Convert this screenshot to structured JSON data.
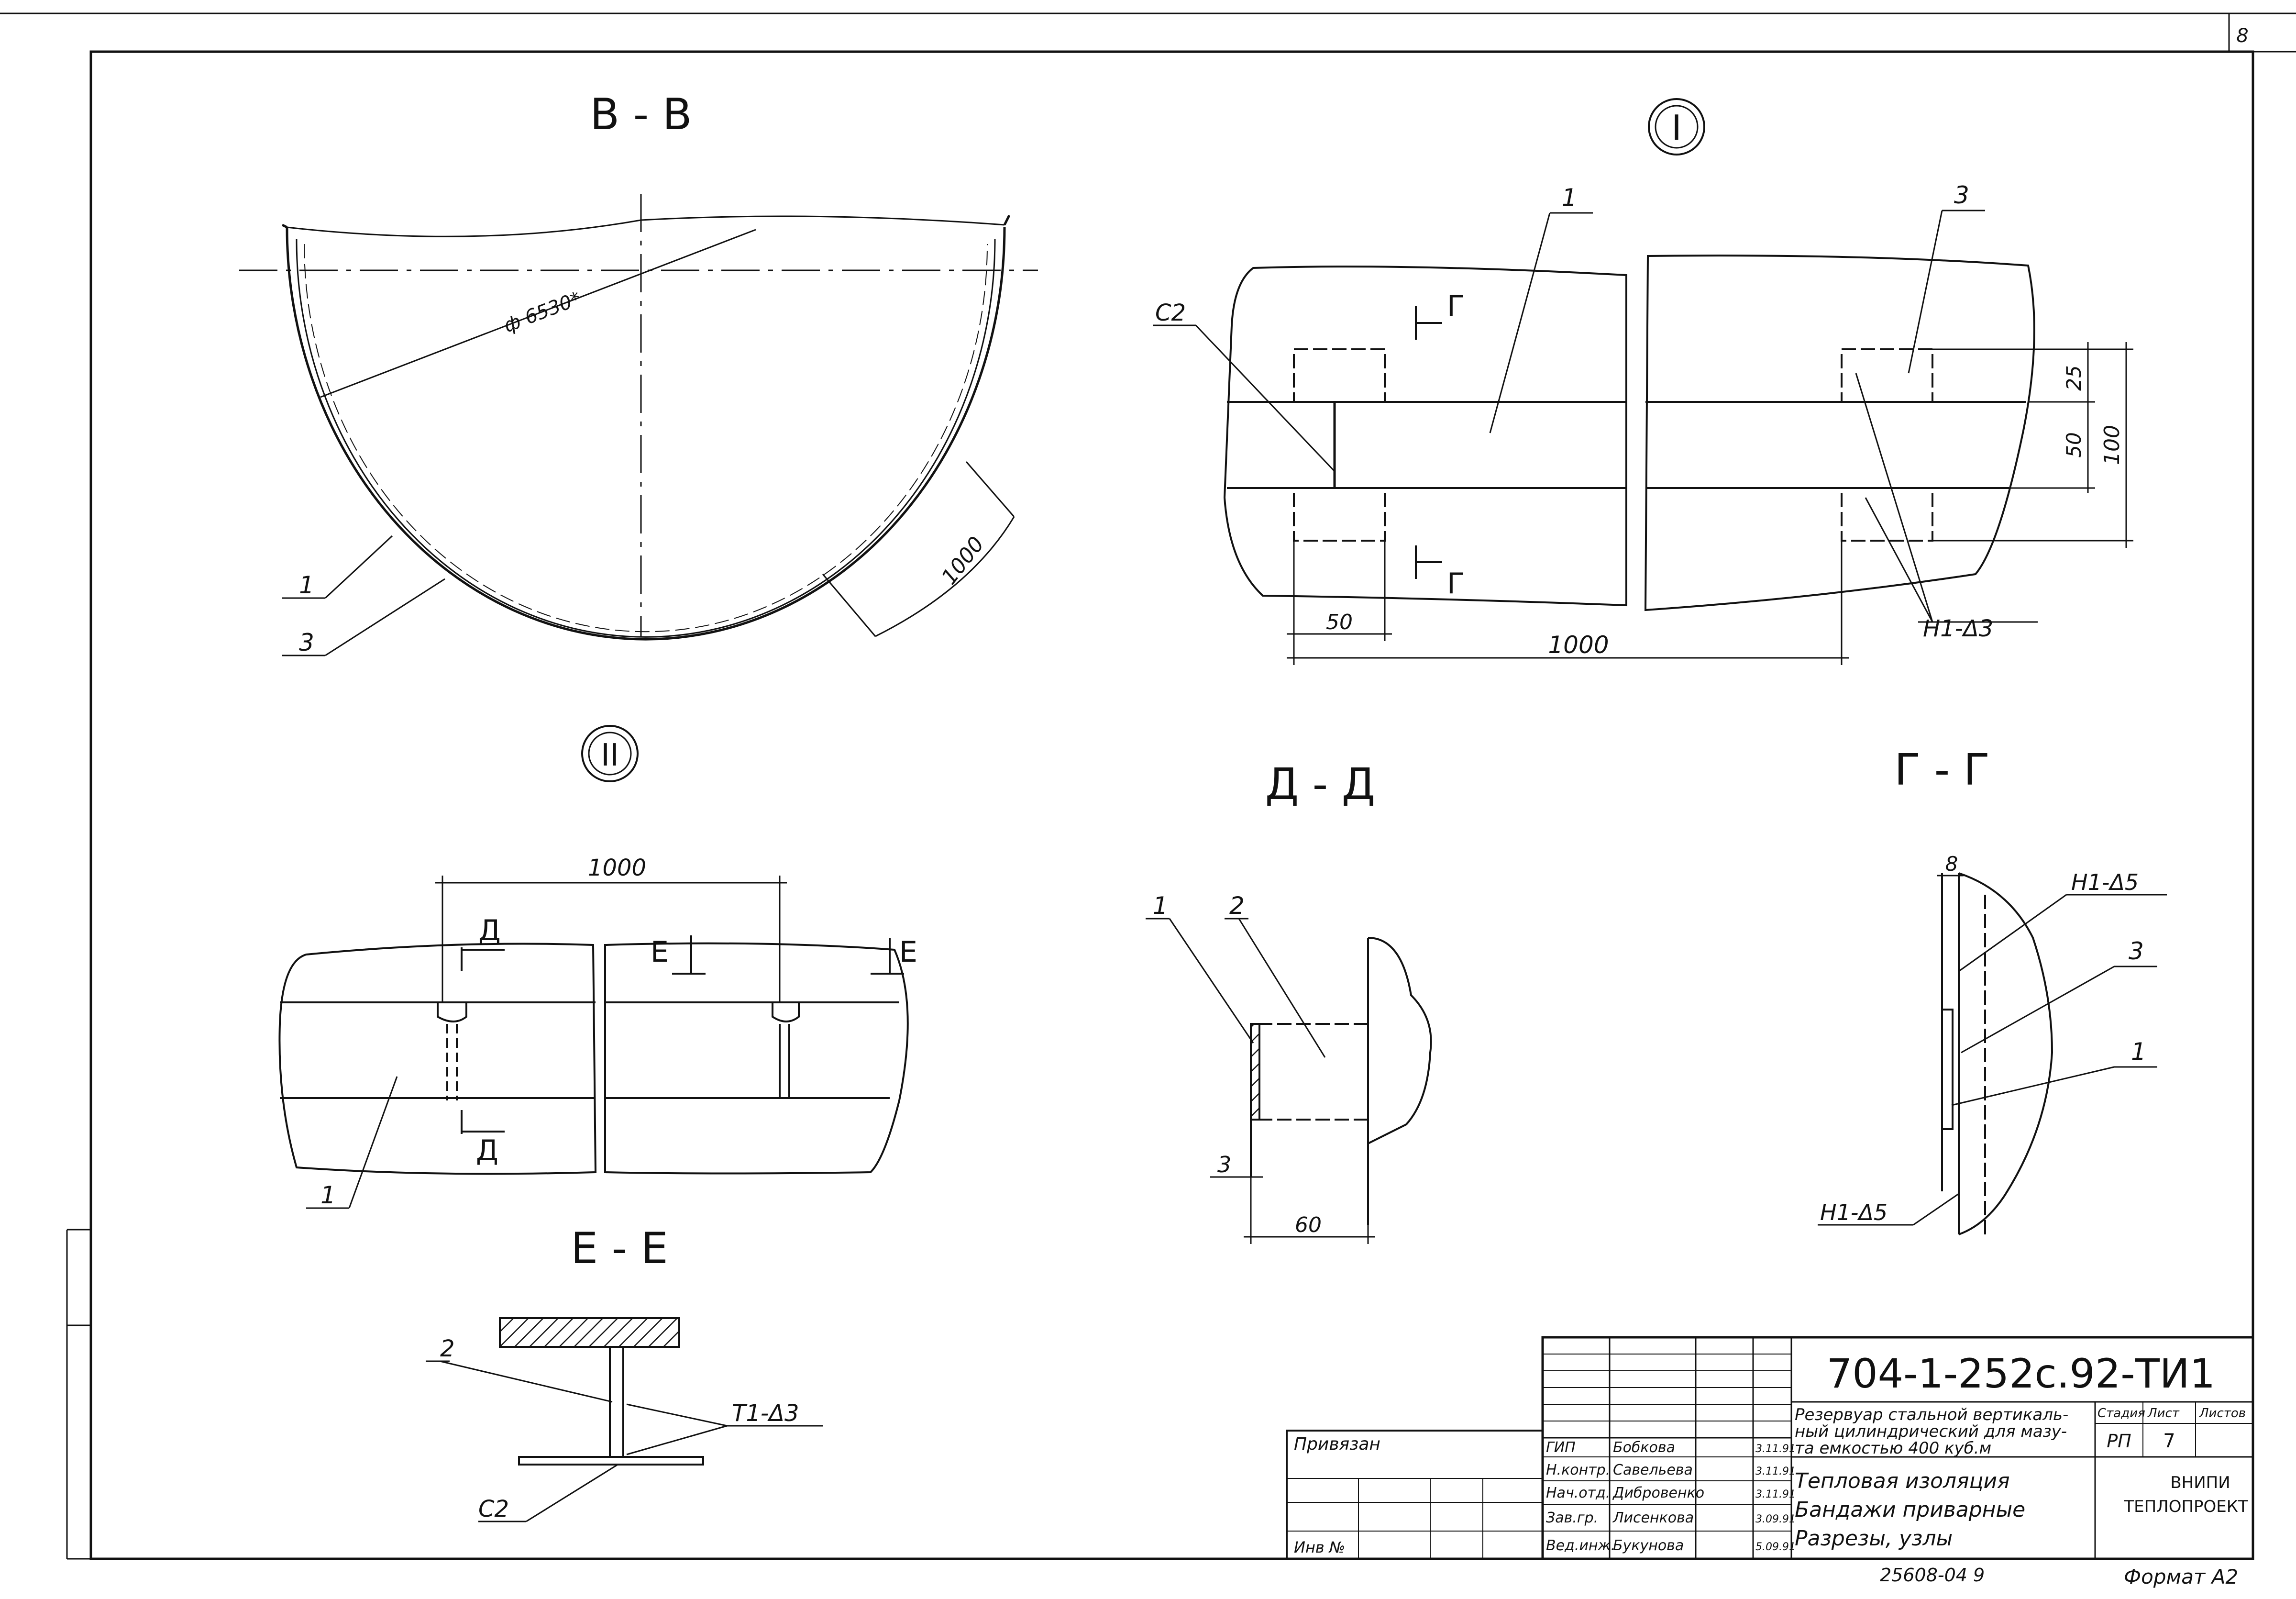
{
  "sheet_number": "8",
  "views": {
    "bb": {
      "title": "В - В",
      "diameter": "ф 6530*",
      "dim": "1000",
      "callouts": [
        "1",
        "3"
      ]
    },
    "node1": {
      "title": "I",
      "callouts": {
        "c2": "С2",
        "p1": "1",
        "p3": "3"
      },
      "section_mark": "Г",
      "dims": {
        "d50": "50",
        "d1000": "1000",
        "d25": "25",
        "d50v": "50",
        "d100": "100"
      },
      "weld": "Н1-Δ3"
    },
    "node2": {
      "title": "II",
      "dim": "1000",
      "callout": "1",
      "section_d": "Д",
      "section_e": "Е"
    },
    "dd": {
      "title": "Д - Д",
      "callouts": {
        "p1": "1",
        "p2": "2",
        "p3": "3"
      },
      "dim": "60"
    },
    "gg": {
      "title": "Г - Г",
      "dim": "8",
      "weld_top": "Н1-Δ5",
      "weld_bottom": "Н1-Δ5",
      "callouts": {
        "p3": "3",
        "p1": "1"
      }
    },
    "ee": {
      "title": "Е - Е",
      "callouts": {
        "p2": "2",
        "c2": "С2"
      },
      "weld": "Т1-Δ3"
    }
  },
  "title_block": {
    "designation": "704-1-252с.92-ТИ1",
    "stamp_label": "Привязан",
    "stamp_inv": "Инв № ",
    "rows": [
      {
        "role": "ГИП",
        "name": "Бобкова",
        "date": "3.11.91"
      },
      {
        "role": "Н.контр.",
        "name": "Савельева",
        "date": "3.11.91"
      },
      {
        "role": "Нач.отд.",
        "name": "Дибровенко",
        "date": "3.11.91"
      },
      {
        "role": "Зав.гр.",
        "name": "Лисенкова",
        "date": "3.09.91"
      },
      {
        "role": "Вед.инж.",
        "name": "Букунова",
        "date": "5.09.91"
      }
    ],
    "object_lines": [
      "Резервуар стальной вертикаль-",
      "ный цилиндрический для мазу-",
      "та емкостью 400 куб.м"
    ],
    "sheet_title_lines": [
      "Тепловая изоляция",
      "Бандажи приварные",
      "Разрезы, узлы"
    ],
    "col_stage": "Стадия",
    "col_sheet": "Лист",
    "col_sheets": "Листов",
    "stage": "РП",
    "sheet": "7",
    "org_lines": [
      "ВНИПИ",
      "ТЕПЛОПРОЕКТ"
    ],
    "archive_no": "25608-04  9",
    "format": "Формат А2"
  }
}
